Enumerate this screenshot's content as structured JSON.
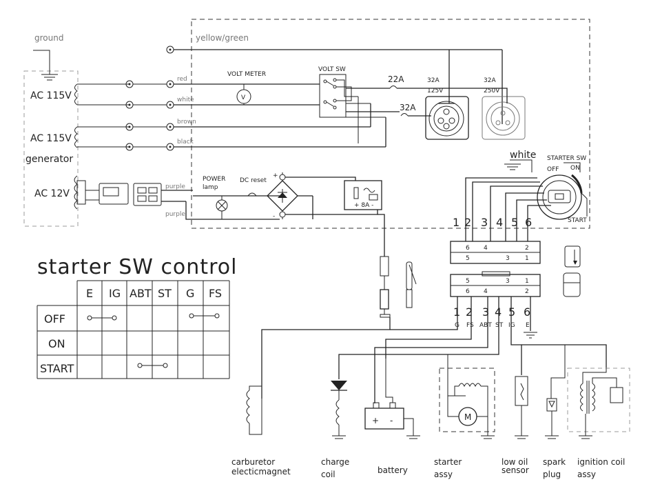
{
  "inputs": {
    "ground": "ground",
    "yellow_green": "yellow/green",
    "red": "red",
    "white": "white",
    "brown": "brown",
    "black": "black",
    "purple1": "purple",
    "purple2": "purple"
  },
  "generator": {
    "ac115_1": "AC 115V",
    "ac115_2": "AC 115V",
    "generator_label": "generator",
    "ac12": "AC 12V"
  },
  "components": {
    "volt_meter": "VOLT METER",
    "volt_meter_symbol": "V",
    "volt_sw": "VOLT SW",
    "breaker_22": "22A",
    "breaker_32": "32A",
    "outlet1_amp": "32A",
    "outlet1_volt": "125V",
    "outlet2_amp": "32A",
    "outlet2_volt": "250V",
    "power_lamp": "POWER",
    "power_lamp2": "lamp",
    "dc_reset": "DC reset",
    "fuse_plus": "+",
    "fuse_minus": "-",
    "fuse_8a": "+  8A  -",
    "white_ground": "white",
    "starter_sw": "STARTER SW",
    "sw_off": "OFF",
    "sw_on": "ON",
    "sw_start": "START"
  },
  "connector_top": {
    "pins": [
      "1",
      "2",
      "3",
      "4",
      "5",
      "6"
    ],
    "top_row": [
      "6",
      "4",
      "2"
    ],
    "bottom_row": [
      "5",
      "3",
      "1"
    ]
  },
  "connector_bottom": {
    "pins": [
      "1",
      "2",
      "3",
      "4",
      "5",
      "6"
    ],
    "signals": [
      "G",
      "FS",
      "ABT",
      "ST",
      "IG",
      "E"
    ],
    "top_row": [
      "5",
      "3",
      "1"
    ],
    "bottom_row": [
      "6",
      "4",
      "2"
    ]
  },
  "control_table": {
    "title": "starter SW control",
    "columns": [
      "E",
      "IG",
      "ABT",
      "ST",
      "G",
      "FS"
    ],
    "rows": [
      "OFF",
      "ON",
      "START"
    ]
  },
  "bottom_labels": {
    "carburetor1": "carburetor",
    "carburetor2": "electicmagnet",
    "charge1": "charge",
    "charge2": "coil",
    "battery": "battery",
    "battery_plus": "+",
    "battery_minus": "-",
    "starter1": "starter",
    "starter2": "assy",
    "starter_motor": "M",
    "lowoil1": "low oil",
    "lowoil2": "sensor",
    "spark1": "spark",
    "spark2": "plug",
    "ignition1": "ignition coil",
    "ignition2": "assy"
  }
}
